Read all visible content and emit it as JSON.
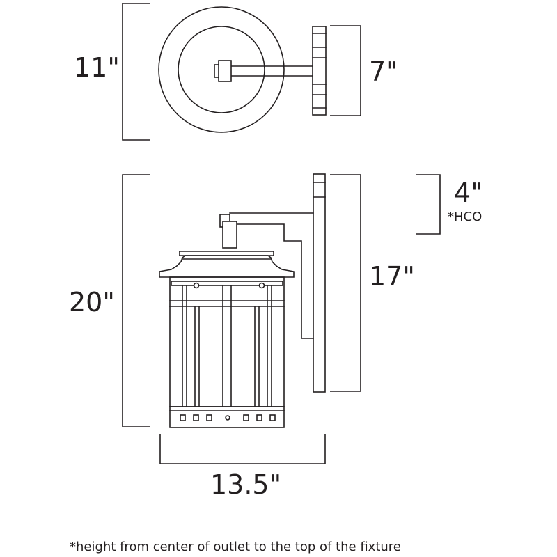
{
  "dimensions": {
    "top_view_height": "11\"",
    "backplate_height": "7\"",
    "hco": "4\"",
    "hco_label": "*HCO",
    "height_from_outlet": "17\"",
    "overall_height": "20\"",
    "width": "13.5\""
  },
  "footnote": "*height from center of outlet to the top of the fixture",
  "colors": {
    "line": "#231f20",
    "background": "#ffffff"
  }
}
